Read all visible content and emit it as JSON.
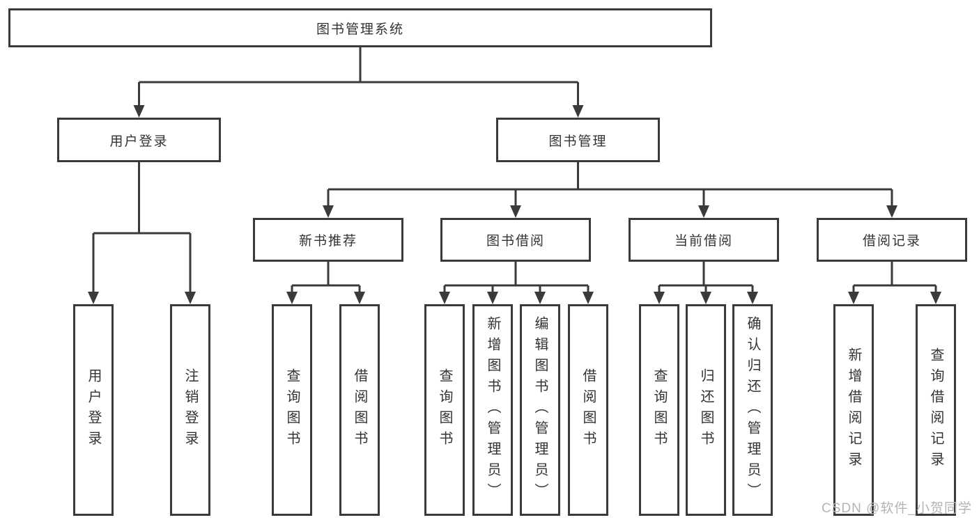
{
  "nodes": {
    "root": "图书管理系统",
    "user_login": "用户登录",
    "book_mgmt": "图书管理",
    "new_books": "新书推荐",
    "book_borrow": "图书借阅",
    "current_borrow": "当前借阅",
    "borrow_records": "借阅记录",
    "leaves": {
      "login": [
        "用户登录",
        "注销登录"
      ],
      "new_books": [
        "查询图书",
        "借阅图书"
      ],
      "book_borrow": [
        "查询图书",
        "新增图书（管理员）",
        "编辑图书（管理员）",
        "借阅图书"
      ],
      "current_borrow": [
        "查询图书",
        "归还图书",
        "确认归还（管理员）"
      ],
      "borrow_records": [
        "新增借阅记录",
        "查询借阅记录"
      ]
    }
  },
  "watermark": "CSDN @软件_小贺同学",
  "colors": {
    "line": "#3a3a3a",
    "text": "#333333",
    "watermark": "#b4b4b4",
    "background": "#ffffff"
  }
}
